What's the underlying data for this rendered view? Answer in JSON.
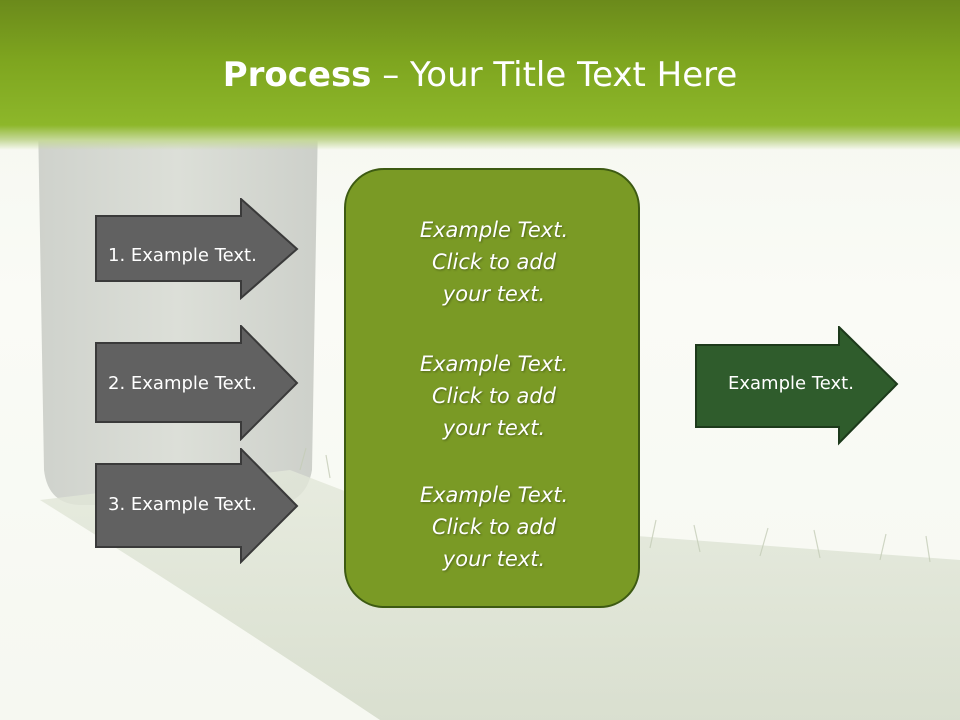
{
  "slide": {
    "title_bold": "Process",
    "title_rest": " – Your Title Text Here"
  },
  "left_arrows": [
    {
      "label": "1. Example Text."
    },
    {
      "label": "2. Example Text."
    },
    {
      "label": "3. Example Text."
    }
  ],
  "center_box": {
    "blocks": [
      {
        "line1": "Example Text.",
        "line2": "Click  to add",
        "line3": "your text."
      },
      {
        "line1": "Example Text.",
        "line2": "Click  to add",
        "line3": "your text."
      },
      {
        "line1": "Example Text.",
        "line2": "Click  to add",
        "line3": "your text."
      }
    ]
  },
  "right_arrow": {
    "label": "Example Text."
  },
  "colors": {
    "header_green": "#7ea51f",
    "left_arrow_fill": "#616161",
    "center_box_fill": "#7a9a25",
    "right_arrow_fill": "#2f5c2c"
  }
}
